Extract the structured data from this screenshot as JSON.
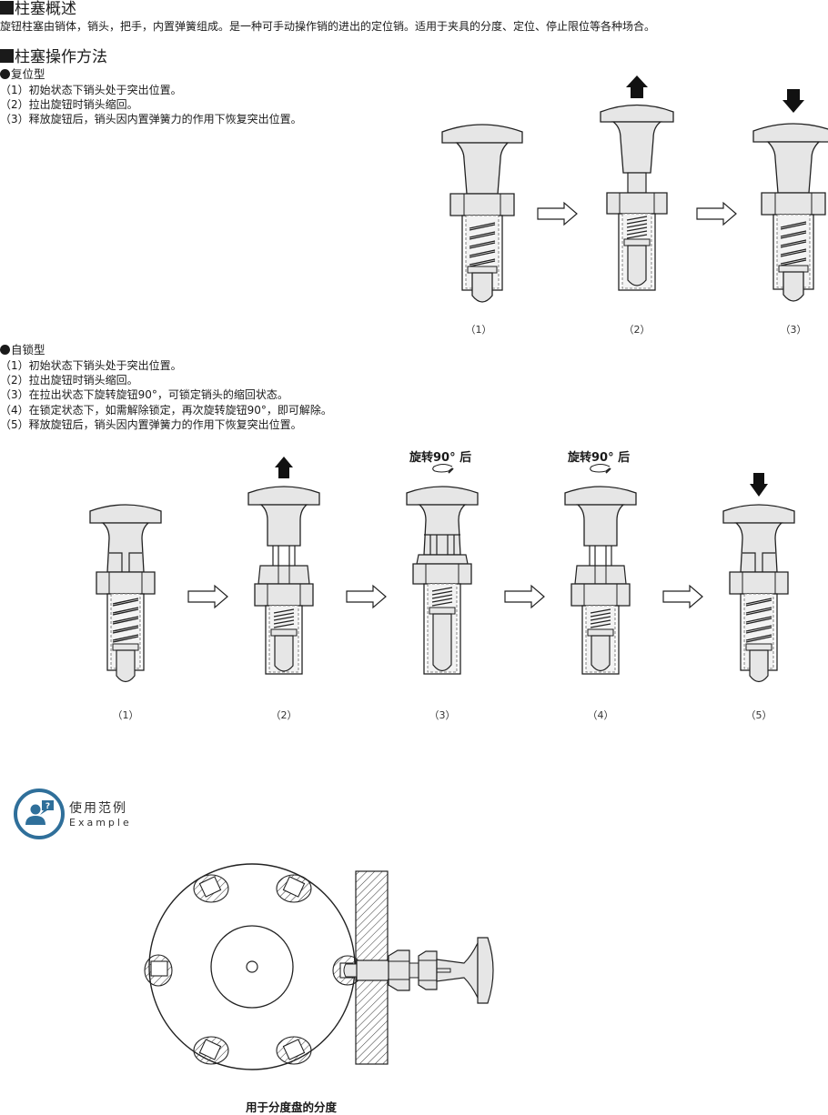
{
  "overview": {
    "title": "柱塞概述",
    "body": "旋钮柱塞由销体，销头，把手，内置弹簧组成。是一种可手动操作销的进出的定位销。适用于夹具的分度、定位、停止限位等各种场合。"
  },
  "operation": {
    "title": "柱塞操作方法",
    "reset_type": {
      "title": "复位型",
      "steps": [
        "（1）初始状态下销头处于突出位置。",
        "（2）拉出旋钮时销头缩回。",
        "（3）释放旋钮后，销头因内置弹簧力的作用下恢复突出位置。"
      ],
      "figure_labels": [
        "（1）",
        "（2）",
        "（3）"
      ]
    },
    "self_lock_type": {
      "title": "自锁型",
      "steps": [
        "（1）初始状态下销头处于突出位置。",
        "（2）拉出旋钮时销头缩回。",
        "（3）在拉出状态下旋转旋钮90°，可锁定销头的缩回状态。",
        "（4）在锁定状态下，如需解除锁定，再次旋转旋钮90°，即可解除。",
        "（5）释放旋钮后，销头因内置弹簧力的作用下恢复突出位置。"
      ],
      "rotate_note": "旋转90° 后",
      "figure_labels": [
        "（1）",
        "（2）",
        "（3）",
        "（4）",
        "（5）"
      ]
    }
  },
  "example": {
    "title_cn": "使用范例",
    "title_en": "Example",
    "icon": "user-question-icon",
    "accent_color": "#2f6f9a",
    "figure_caption": "用于分度盘的分度"
  }
}
